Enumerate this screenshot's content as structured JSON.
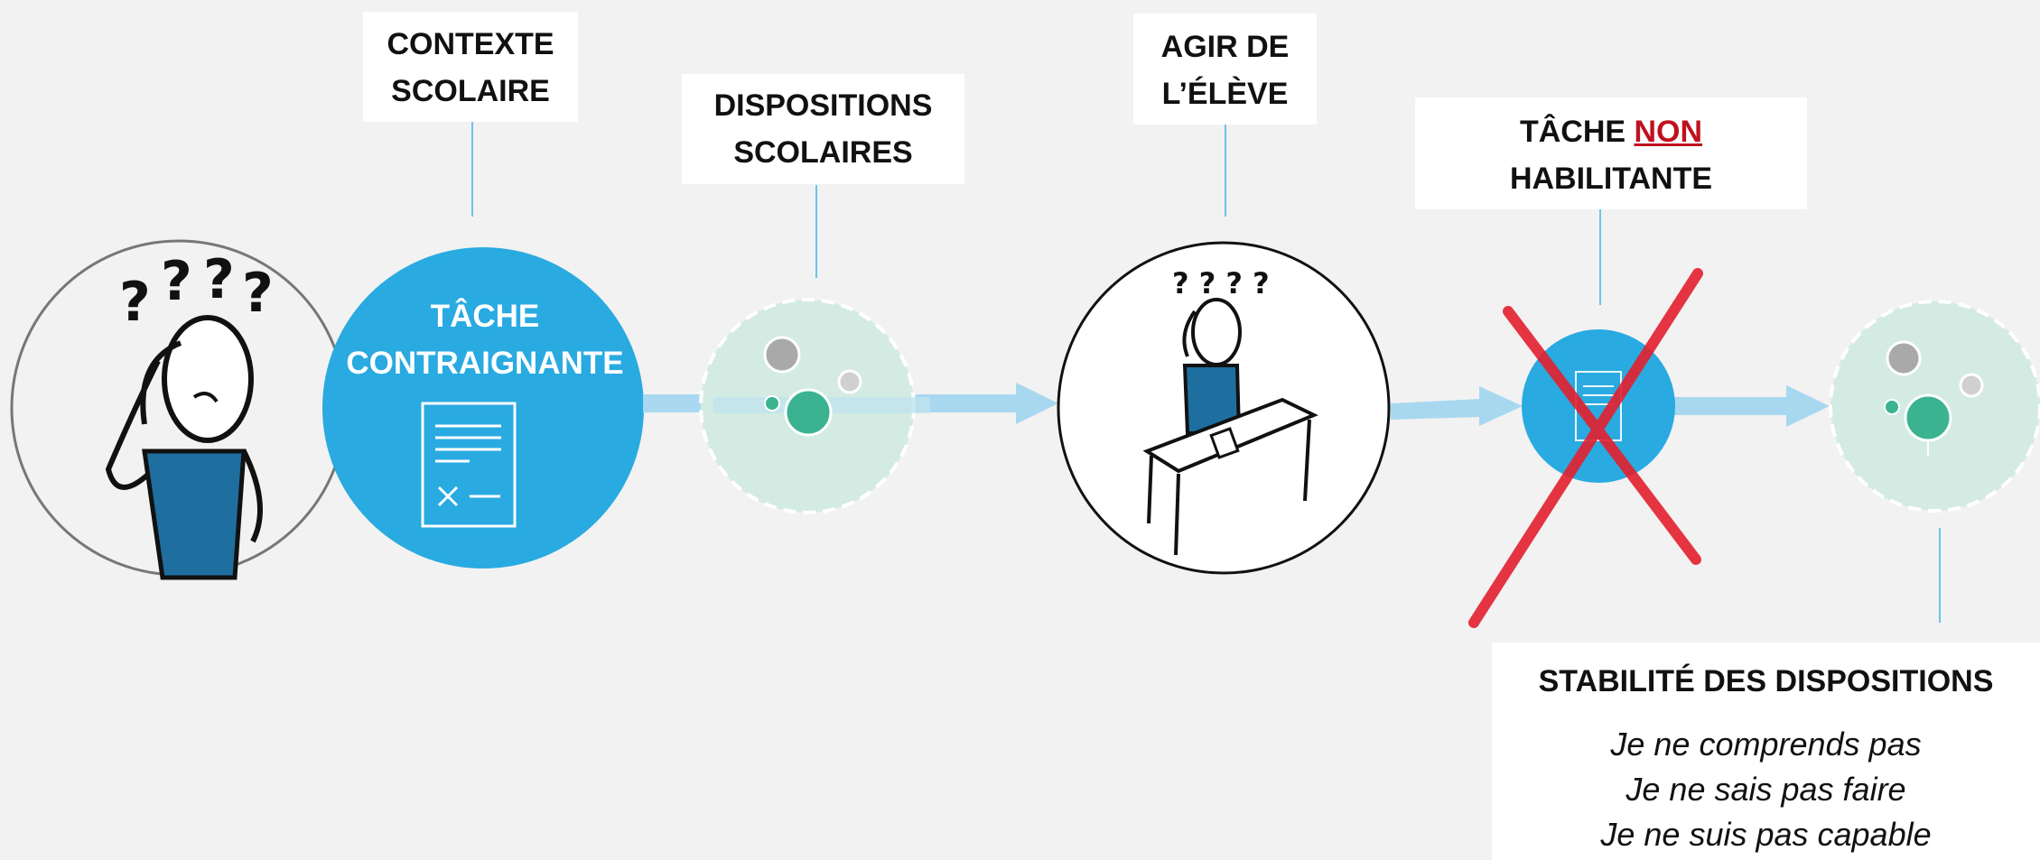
{
  "labels": {
    "contexte": [
      "CONTEXTE",
      "SCOLAIRE"
    ],
    "dispositions": [
      "DISPOSITIONS",
      "SCOLAIRES"
    ],
    "agir": [
      "AGIR DE",
      "L’ÉLÈVE"
    ],
    "tache_non": {
      "prefix": "TÂCHE ",
      "emphasis": "NON",
      "line2": "HABILITANTE"
    },
    "stabilite": {
      "title": "STABILITÉ DES DISPOSITIONS",
      "lines": [
        "Je ne comprends pas",
        "Je ne sais pas faire",
        "Je ne suis pas capable"
      ]
    }
  },
  "circle": {
    "line1": "TÂCHE",
    "line2": "CONTRAIGNANTE"
  },
  "icons": [
    "confused-student-icon",
    "document-icon",
    "dispositions-bubbles-icon",
    "student-at-desk-icon",
    "cross-out-icon",
    "arrow-icon"
  ],
  "colors": {
    "background": "#f2f2f2",
    "accent_blue": "#29aae1",
    "arrow_blue": "#a8d8f0",
    "bubble_green": "#d4ebe3",
    "green_dot": "#3bb391",
    "red_cross": "#e4202e",
    "non_red": "#c0111f"
  }
}
